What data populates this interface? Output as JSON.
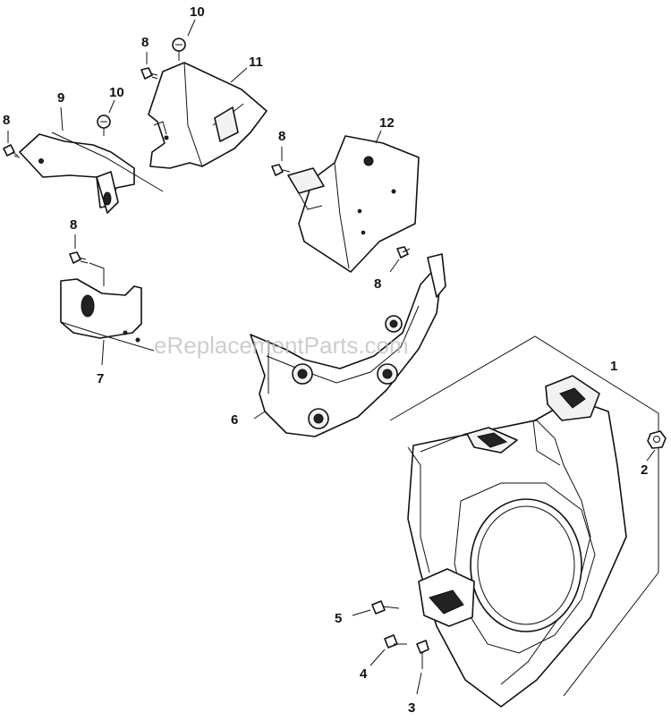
{
  "watermark": "eReplacementParts.com",
  "callouts": {
    "c1": "1",
    "c2": "2",
    "c3": "3",
    "c4": "4",
    "c5": "5",
    "c6": "6",
    "c7": "7",
    "c8a": "8",
    "c8b": "8",
    "c8c": "8",
    "c8d": "8",
    "c8e": "8",
    "c9": "9",
    "c10a": "10",
    "c10b": "10",
    "c11": "11",
    "c12": "12"
  }
}
